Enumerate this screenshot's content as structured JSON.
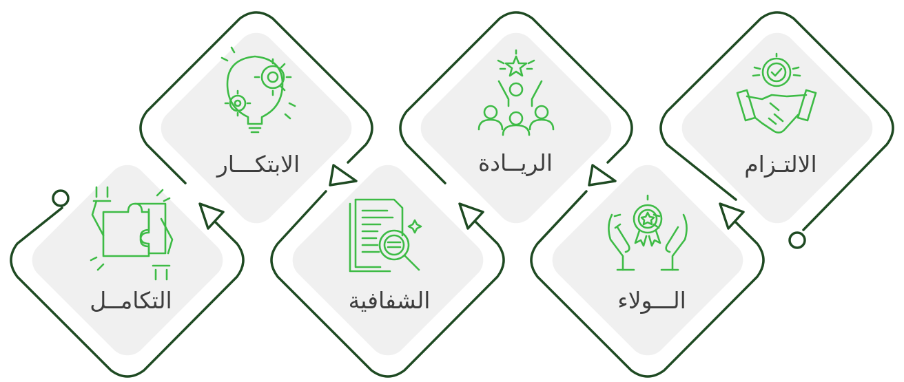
{
  "values": {
    "commitment": "الالتـزام",
    "leadership": "الريــادة",
    "loyalty": "الـــولاء",
    "transparency": "الشفافية",
    "innovation": "الابتكـــار",
    "integration": "التكامــل"
  },
  "icons": {
    "commitment": "handshake-check-icon",
    "leadership": "team-star-icon",
    "loyalty": "hands-award-icon",
    "transparency": "document-magnifier-icon",
    "innovation": "lightbulb-gears-icon",
    "integration": "puzzle-hands-icon"
  },
  "colors": {
    "border": "#1e4a22",
    "icon": "#3dbb45",
    "tile": "#f0f0f0",
    "text": "#3d3d3d"
  }
}
